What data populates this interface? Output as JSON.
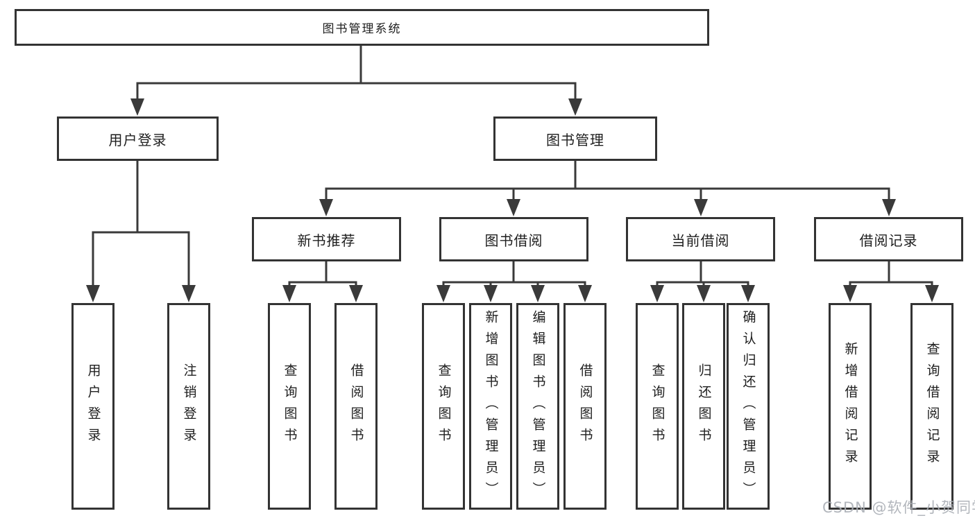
{
  "nodes": {
    "root": "图书管理系统",
    "user_login": "用户登录",
    "book_mgmt": "图书管理",
    "new_book_rec": "新书推荐",
    "book_borrow": "图书借阅",
    "current_borrow": "当前借阅",
    "borrow_records": "借阅记录",
    "leaves": {
      "user_login": [
        "用户登录",
        "注销登录"
      ],
      "new_book_rec": [
        "查询图书",
        "借阅图书"
      ],
      "book_borrow": [
        "查询图书",
        "新增图书（管理员）",
        "编辑图书（管理员）",
        "借阅图书"
      ],
      "current_borrow": [
        "查询图书",
        "归还图书",
        "确认归还（管理员）"
      ],
      "borrow_records": [
        "新增借阅记录",
        "查询借阅记录"
      ]
    }
  },
  "watermark": "CSDN @软件_小贺同学",
  "colors": {
    "line": "#3a3a3a",
    "box_border": "#333333",
    "text": "#1e1e1e",
    "background": "#ffffff",
    "watermark": "#abb0b6"
  }
}
